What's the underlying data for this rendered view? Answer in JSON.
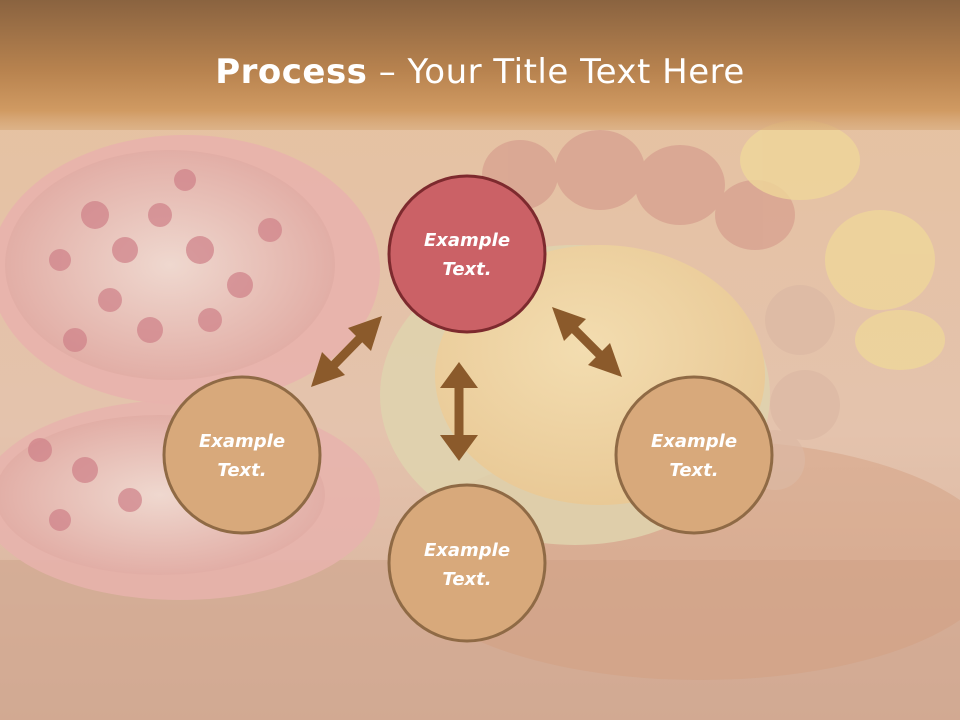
{
  "slide": {
    "title_bold": "Process",
    "title_rest": " – Your Title Text Here"
  },
  "nodes": {
    "top": {
      "line1": "Example",
      "line2": "Text."
    },
    "left": {
      "line1": "Example",
      "line2": "Text."
    },
    "right": {
      "line1": "Example",
      "line2": "Text."
    },
    "bottom": {
      "line1": "Example",
      "line2": "Text."
    }
  },
  "colors": {
    "title_bar": "#b07a4a",
    "highlight_node": "#cb6166",
    "node_fill": "#d8a97b",
    "node_stroke": "#8f6a45",
    "arrow": "#8b5a2b"
  }
}
